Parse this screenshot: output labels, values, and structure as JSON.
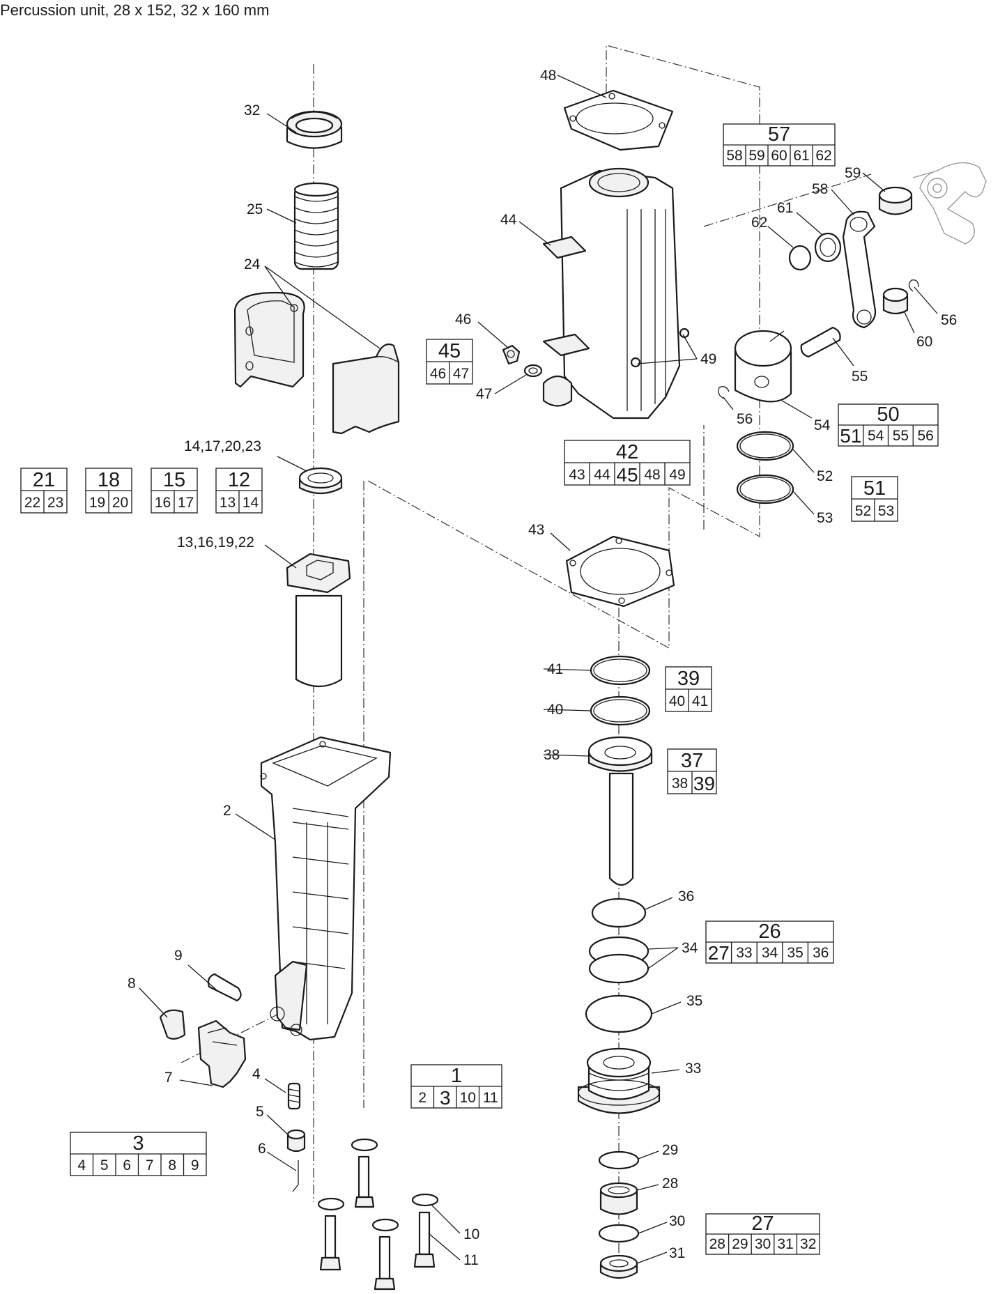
{
  "title": "Percussion unit, 28 x 152, 32 x 160 mm",
  "callouts": [
    {
      "id": "c32",
      "text": "32"
    },
    {
      "id": "c25",
      "text": "25"
    },
    {
      "id": "c24",
      "text": "24"
    },
    {
      "id": "c14",
      "text": "14,17,20,23"
    },
    {
      "id": "c13",
      "text": "13,16,19,22"
    },
    {
      "id": "c2",
      "text": "2"
    },
    {
      "id": "c9",
      "text": "9"
    },
    {
      "id": "c8",
      "text": "8"
    },
    {
      "id": "c7",
      "text": "7"
    },
    {
      "id": "c4",
      "text": "4"
    },
    {
      "id": "c5",
      "text": "5"
    },
    {
      "id": "c6",
      "text": "6"
    },
    {
      "id": "c10",
      "text": "10"
    },
    {
      "id": "c11",
      "text": "11"
    },
    {
      "id": "c48",
      "text": "48"
    },
    {
      "id": "c44",
      "text": "44"
    },
    {
      "id": "c46",
      "text": "46"
    },
    {
      "id": "c47",
      "text": "47"
    },
    {
      "id": "c49",
      "text": "49"
    },
    {
      "id": "c43",
      "text": "43"
    },
    {
      "id": "c41",
      "text": "41"
    },
    {
      "id": "c40",
      "text": "40"
    },
    {
      "id": "c38",
      "text": "38"
    },
    {
      "id": "c36",
      "text": "36"
    },
    {
      "id": "c34",
      "text": "34"
    },
    {
      "id": "c35",
      "text": "35"
    },
    {
      "id": "c33",
      "text": "33"
    },
    {
      "id": "c29",
      "text": "29"
    },
    {
      "id": "c28",
      "text": "28"
    },
    {
      "id": "c30",
      "text": "30"
    },
    {
      "id": "c31",
      "text": "31"
    },
    {
      "id": "c59",
      "text": "59"
    },
    {
      "id": "c58",
      "text": "58"
    },
    {
      "id": "c61",
      "text": "61"
    },
    {
      "id": "c62",
      "text": "62"
    },
    {
      "id": "c56a",
      "text": "56"
    },
    {
      "id": "c60",
      "text": "60"
    },
    {
      "id": "c55",
      "text": "55"
    },
    {
      "id": "c56b",
      "text": "56"
    },
    {
      "id": "c54",
      "text": "54"
    },
    {
      "id": "c52",
      "text": "52"
    },
    {
      "id": "c53",
      "text": "53"
    }
  ],
  "kit_boxes": [
    {
      "id": "k21",
      "head": "21",
      "items": [
        "22",
        "23"
      ]
    },
    {
      "id": "k18",
      "head": "18",
      "items": [
        "19",
        "20"
      ]
    },
    {
      "id": "k15",
      "head": "15",
      "items": [
        "16",
        "17"
      ]
    },
    {
      "id": "k12",
      "head": "12",
      "items": [
        "13",
        "14"
      ]
    },
    {
      "id": "k45",
      "head": "45",
      "items": [
        "46",
        "47"
      ]
    },
    {
      "id": "k57",
      "head": "57",
      "items": [
        "58",
        "59",
        "60",
        "61",
        "62"
      ]
    },
    {
      "id": "k42",
      "head": "42",
      "items": [
        "43",
        "44",
        "45",
        "48",
        "49"
      ]
    },
    {
      "id": "k50",
      "head": "50",
      "items": [
        "51",
        "54",
        "55",
        "56"
      ]
    },
    {
      "id": "k51",
      "head": "51",
      "items": [
        "52",
        "53"
      ]
    },
    {
      "id": "k39",
      "head": "39",
      "items": [
        "40",
        "41"
      ]
    },
    {
      "id": "k37",
      "head": "37",
      "items": [
        "38",
        "39"
      ]
    },
    {
      "id": "k26",
      "head": "26",
      "items": [
        "27",
        "33",
        "34",
        "35",
        "36"
      ]
    },
    {
      "id": "k1",
      "head": "1",
      "items": [
        "2",
        "3",
        "10",
        "11"
      ]
    },
    {
      "id": "k3",
      "head": "3",
      "items": [
        "4",
        "5",
        "6",
        "7",
        "8",
        "9"
      ]
    },
    {
      "id": "k27",
      "head": "27",
      "items": [
        "28",
        "29",
        "30",
        "31",
        "32"
      ]
    }
  ]
}
